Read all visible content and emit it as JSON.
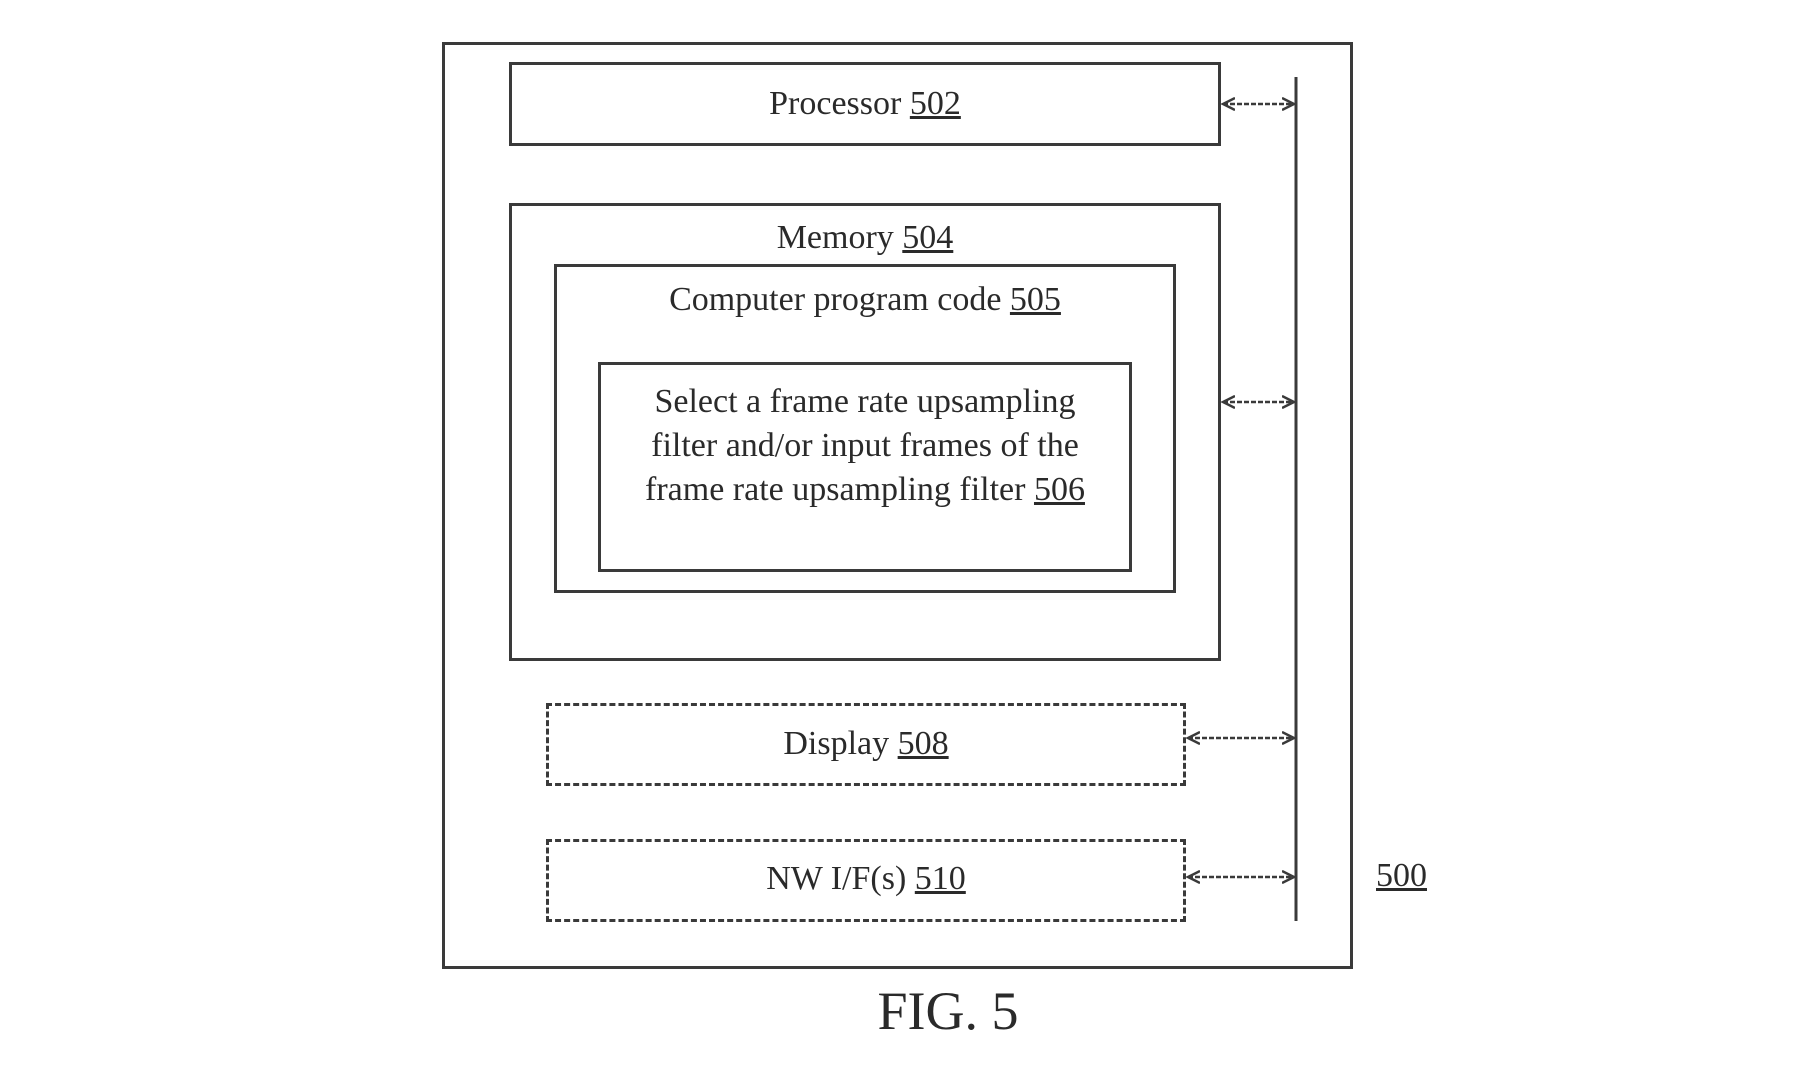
{
  "diagram": {
    "processor": {
      "label": "Processor",
      "ref": "502"
    },
    "memory": {
      "label": "Memory",
      "ref": "504"
    },
    "program_code": {
      "label": "Computer program code",
      "ref": "505"
    },
    "select_filter": {
      "line1": "Select a frame rate upsampling",
      "line2": "filter and/or input frames of the",
      "line3": "frame rate upsampling filter",
      "ref": "506"
    },
    "display": {
      "label": "Display",
      "ref": "508"
    },
    "nw_if": {
      "label": "NW I/F(s)",
      "ref": "510"
    },
    "device_ref": "500"
  },
  "caption": "FIG. 5"
}
